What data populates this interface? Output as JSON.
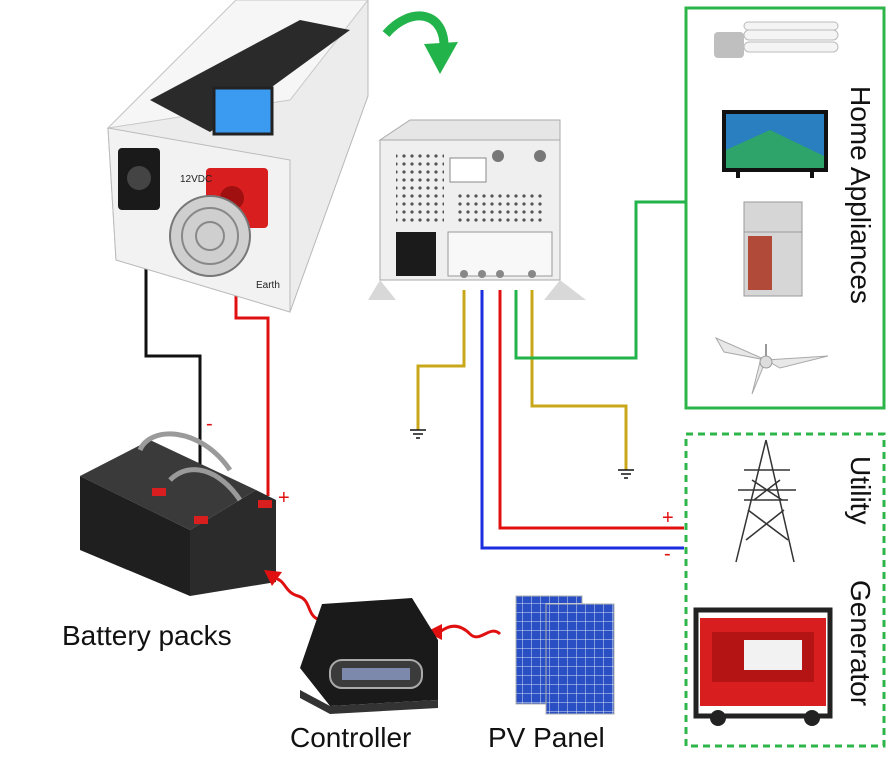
{
  "labels": {
    "battery": "Battery packs",
    "controller": "Controller",
    "pv_panel": "PV Panel",
    "home_appliances": "Home Appliances",
    "utility": "Utility",
    "generator": "Generator"
  },
  "polarity": {
    "plus": "+",
    "minus": "-"
  },
  "device_text": {
    "inverter_voltage": "12VDC",
    "inverter_earth": "Earth"
  },
  "colors": {
    "red_wire": "#e01010",
    "black_wire": "#111111",
    "blue_wire": "#1a2ee0",
    "yellow_wire": "#c8a81a",
    "green_wire": "#22b34a",
    "green_box": "#2db54a"
  }
}
